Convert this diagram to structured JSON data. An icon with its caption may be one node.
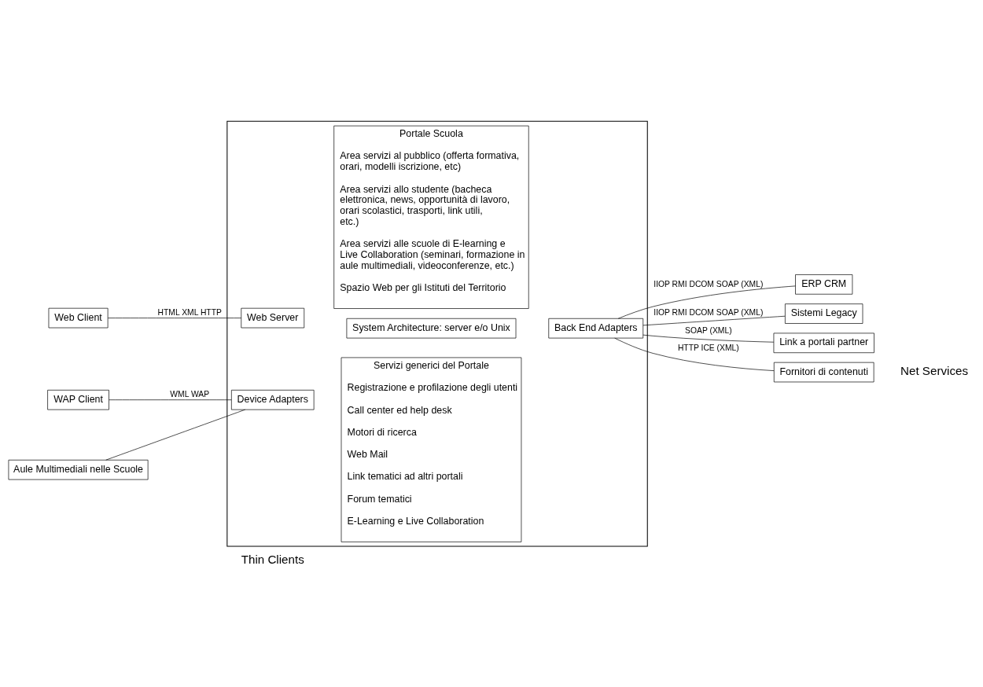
{
  "diagram": {
    "nodes": [
      {
        "text": [
          "Web Client"
        ]
      },
      {
        "text": [
          "WAP Client"
        ]
      },
      {
        "text": [
          "Aule Multimediali nelle Scuole"
        ]
      },
      {
        "text": [],
        "shape": "box"
      },
      {
        "text": [
          "Web Server"
        ],
        "in": 3
      },
      {
        "text": [
          "Portale Scuola",
          "Area servizi al pubblico (offerta formativa, orari, modelli iscrizione, etc)",
          "Area servizi allo studente (bacheca elettronica, news, opportunità di lavoro, orari scolastici, trasporti, link utili, etc.)",
          "Area servizi alle scuole di E-learning e Live Collaboration (seminari, formazione in aule multimediali, videoconferenze, etc.)",
          "Spazio Web per gli Istituti del Territorio"
        ],
        "in": 3
      },
      {
        "text": [
          "Back End Adapters"
        ],
        "in": 3
      },
      {
        "text": [
          "Device Adapters"
        ],
        "in": 3
      },
      {
        "text": [
          "Servizi generici del Portale",
          "Registrazione e profilazione degli utenti",
          "Call center ed help desk",
          "Motori di ricerca",
          "Web Mail",
          "Link tematici ad altri portali",
          "Forum tematici",
          "E-Learning e Live Collaboration"
        ],
        "in": 3
      },
      {
        "text": [
          "System Architecture: server e/o Unix"
        ],
        "in": 3
      },
      {
        "text": [
          "ERP CRM"
        ]
      },
      {
        "text": [
          "Sistemi Legacy"
        ]
      },
      {
        "text": [
          "Link a portali partner"
        ]
      },
      {
        "text": [
          "Fornitori di contenuti"
        ]
      }
    ],
    "edges": [
      {
        "from": 0,
        "to": 4,
        "arrow": "none",
        "label": "HTML XML HTTP"
      },
      {
        "from": 1,
        "to": 7,
        "arrow": "none",
        "label": "WML WAP"
      },
      {
        "from": 2,
        "to": 7,
        "arrow": "none"
      },
      {
        "from": 6,
        "to": 10,
        "arrow": "none",
        "label": "IIOP RMI DCOM SOAP (XML)"
      },
      {
        "from": 6,
        "to": 11,
        "arrow": "none",
        "label": "IIOP RMI DCOM SOAP (XML)"
      },
      {
        "from": 6,
        "to": 12,
        "arrow": "none",
        "label": "SOAP (XML)"
      },
      {
        "from": 6,
        "to": 13,
        "arrow": "none",
        "label": "HTTP ICE (XML)"
      }
    ],
    "labels": [
      "Thin Clients",
      "Net Services"
    ]
  }
}
